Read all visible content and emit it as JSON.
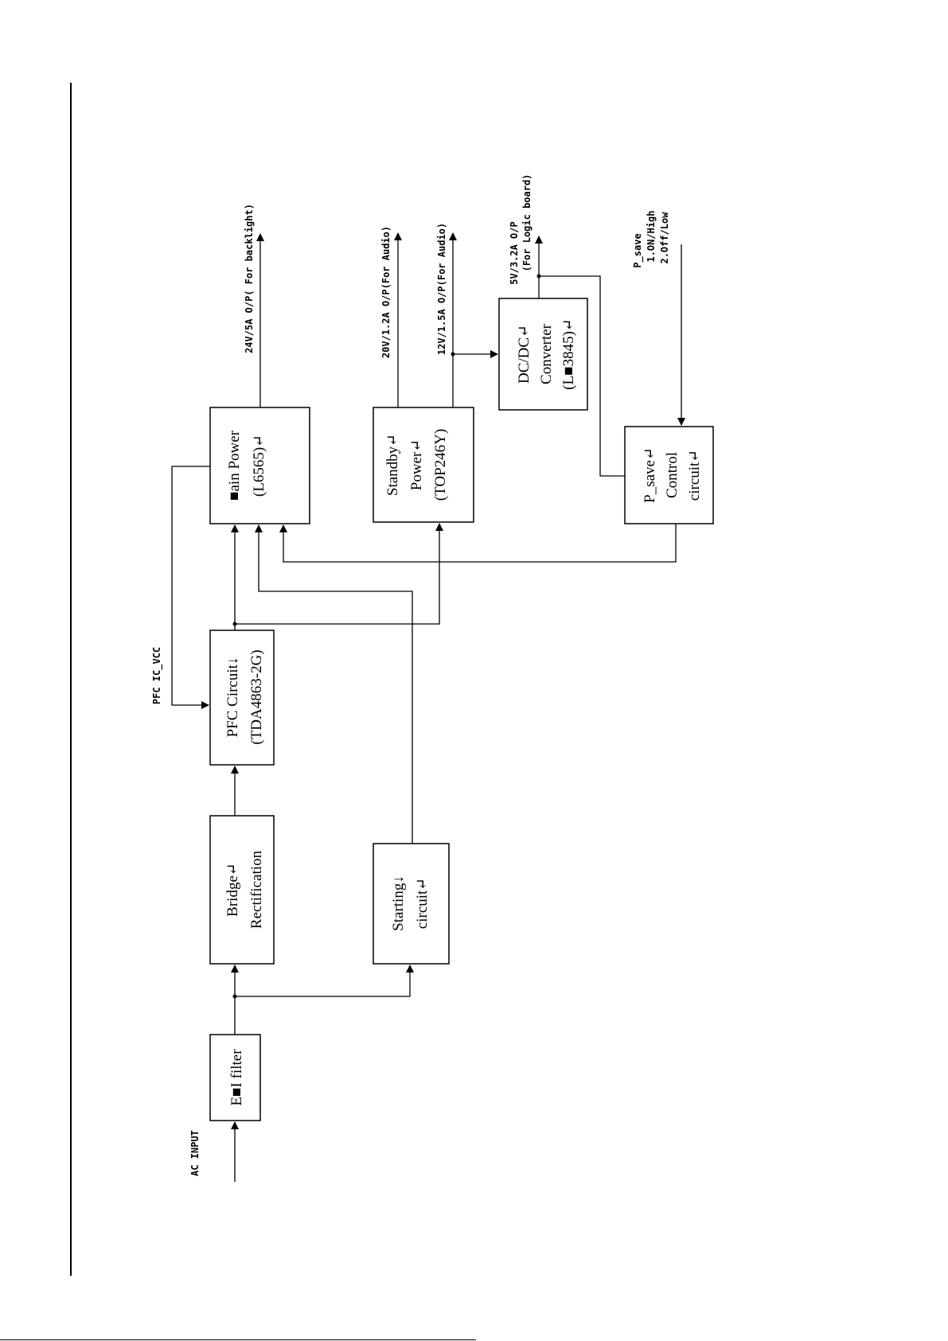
{
  "blocks": {
    "emi_filter": {
      "line1": "E■I filter"
    },
    "bridge": {
      "line1": "Bridge↵",
      "line2": "Rectification"
    },
    "pfc": {
      "line1": "PFC Circuit↓",
      "line2": "(TDA4863-2G)"
    },
    "main_power": {
      "line1": "■ain Power",
      "line2": "(L6565)↵"
    },
    "starting": {
      "line1": "Starting↓",
      "line2": "circuit↵"
    },
    "standby": {
      "line1": "Standby↵",
      "line2": "Power↵",
      "line3": "(TOP246Y)"
    },
    "dcdc": {
      "line1": "DC/DC↵",
      "line2": "Converter",
      "line3": "(L■3845)↵"
    },
    "psave_ctrl": {
      "line1": "P_save↵",
      "line2": "Control",
      "line3": "circuit↵"
    }
  },
  "labels": {
    "ac_input": "AC INPUT",
    "pfc_ic_vcc": "PFC IC_VCC",
    "out_24v": "24V/5A O/P( For backlight)",
    "out_20v": "20V/1.2A O/P(For Audio)",
    "out_12v": "12V/1.5A O/P(For Audio)",
    "out_5v_1": "5V/3.2A O/P",
    "out_5v_2": "(For Logic board)",
    "psave_1": "P_save",
    "psave_2": "1.ON/High",
    "psave_3": "2.Off/Low"
  },
  "colors": {
    "line": "#000000",
    "background": "#ffffff"
  }
}
